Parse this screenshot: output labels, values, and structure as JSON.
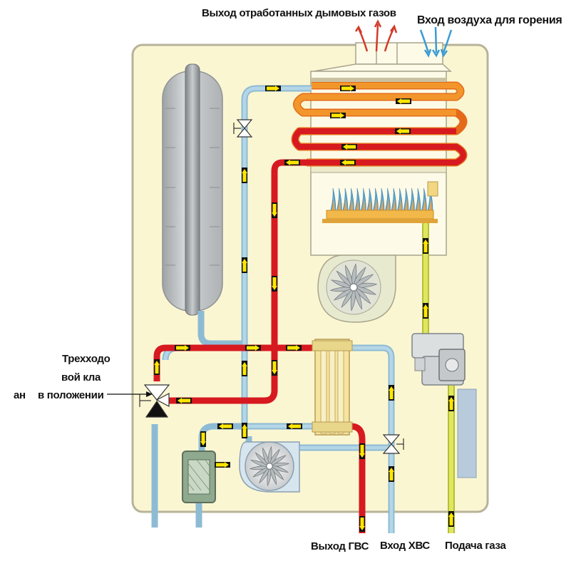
{
  "labels": {
    "flue_exhaust": "Выход отработанных дымовых газов",
    "combustion_air": "Вход воздуха для горения",
    "three_way_valve_line1": "Трехходо",
    "three_way_valve_line2": "вой кла",
    "three_way_valve_line3a": "ан",
    "three_way_valve_line3b": "в положении",
    "dhw_outlet": "Выход ГВС",
    "cold_water_inlet": "Вход ХВС",
    "gas_supply": "Подача газа"
  },
  "colors": {
    "housing_fill": "#fbf6d2",
    "housing_stroke": "#b7b39a",
    "hot_pipe": "#d71920",
    "cold_pipe": "#9ec6dc",
    "gas_pipe": "#cfd84f",
    "tank": "#c7cacc",
    "exchanger_orange": "#f08a1c",
    "exchanger_yellow": "#f6c64a",
    "flow_arrow": "#ffe600",
    "flue_arrow": "#d23a2a",
    "air_arrow": "#3a9bd5"
  },
  "icons": [
    "flue-arrow-icon",
    "air-arrow-icon",
    "flow-arrow-icon",
    "fan-icon",
    "valve-icon"
  ]
}
